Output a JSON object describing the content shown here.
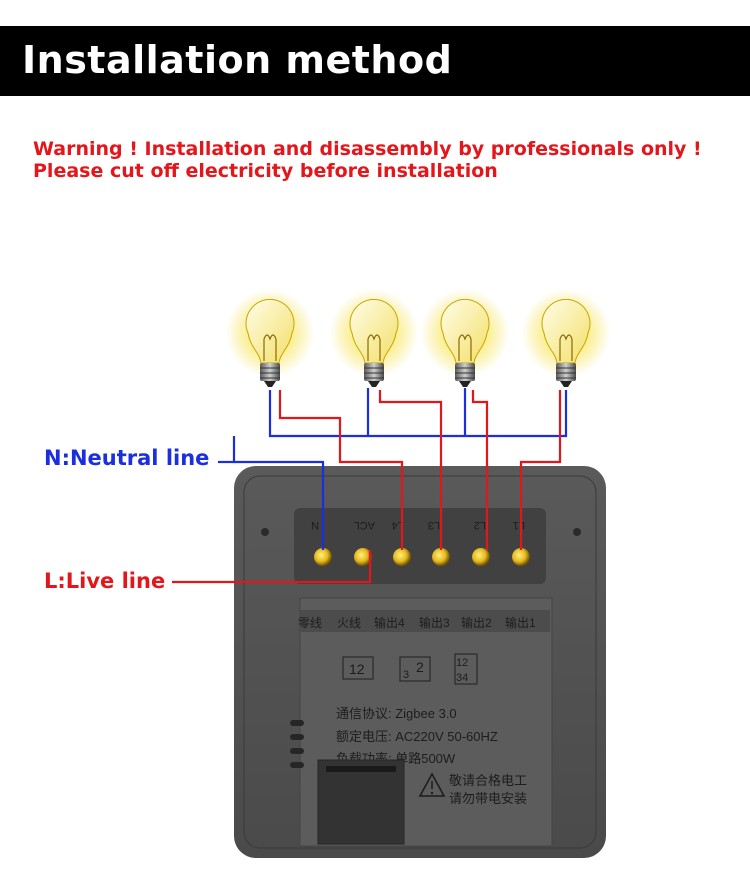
{
  "header": {
    "title": "Installation method"
  },
  "warning": {
    "line1": "Warning ! Installation and disassembly by professionals only !",
    "line2": "Please cut off electricity before installation"
  },
  "labels": {
    "neutral": "N:Neutral line",
    "live": "L:Live line"
  },
  "panel": {
    "terminals_top": [
      "N",
      "ACL",
      "L4",
      "L3",
      "L2",
      "L1"
    ],
    "terminals_cn": [
      "零线",
      "火线",
      "输出4",
      "输出3",
      "输出2",
      "输出1"
    ],
    "gangs": [
      "12",
      "2",
      "12"
    ],
    "protocol": "通信协议: Zigbee 3.0",
    "voltage": "额定电压: AC220V 50-60HZ",
    "power": "负载功率: 单路500W",
    "caution1": "敬请合格电工",
    "caution2": "请勿带电安装"
  },
  "colors": {
    "neutral": "#1b2fe0",
    "live": "#e3161b",
    "header": "#000000",
    "warning": "#e3161b"
  },
  "icons": [
    "light-bulb-icon",
    "warning-triangle-icon"
  ]
}
